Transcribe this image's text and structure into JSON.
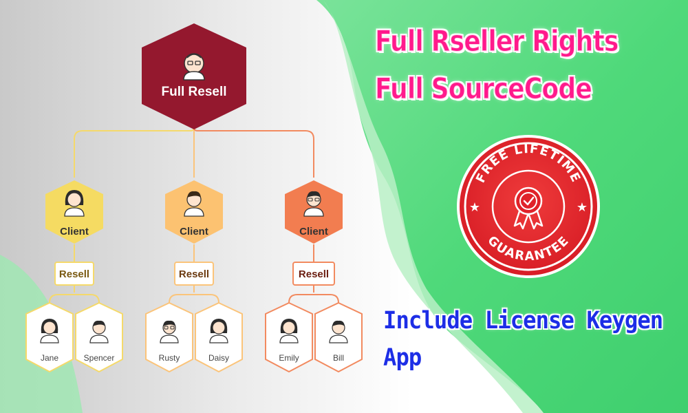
{
  "headline": {
    "line1": "Full Rseller Rights",
    "line2": "Full SourceCode"
  },
  "keygen_text": {
    "line1": "Include License Keygen",
    "line2": "App"
  },
  "badge": {
    "top_text": "FREE LIFETIME",
    "bottom_text": "GUARANTEE",
    "color": "#e0222a",
    "icon": "award-ribbon-check-icon"
  },
  "tree": {
    "root": {
      "label": "Full Resell",
      "color": "#94182e",
      "icon": "man-glasses-avatar-icon"
    },
    "clients": [
      {
        "label": "Client",
        "color": "#f5db62",
        "line_color": "#f5d96a",
        "icon": "woman-avatar-icon",
        "resell_label": "Resell",
        "resell_text_color": "#7a5a12",
        "children": [
          {
            "name": "Jane",
            "icon": "woman-avatar-icon"
          },
          {
            "name": "Spencer",
            "icon": "man-avatar-icon"
          }
        ]
      },
      {
        "label": "Client",
        "color": "#fcc271",
        "line_color": "#fbc47a",
        "icon": "man-avatar-icon",
        "resell_label": "Resell",
        "resell_text_color": "#6b3a10",
        "children": [
          {
            "name": "Rusty",
            "icon": "bearded-man-glasses-avatar-icon"
          },
          {
            "name": "Daisy",
            "icon": "woman-avatar-icon"
          }
        ]
      },
      {
        "label": "Client",
        "color": "#f27d50",
        "line_color": "#f28a5f",
        "icon": "bearded-man-glasses-avatar-icon",
        "resell_label": "Resell",
        "resell_text_color": "#6b1d10",
        "children": [
          {
            "name": "Emily",
            "icon": "woman-avatar-icon"
          },
          {
            "name": "Bill",
            "icon": "man-avatar-icon"
          }
        ]
      }
    ]
  },
  "colors": {
    "green_bg": "#4fd97a",
    "headline": "#ff1a8c",
    "keygen": "#1d2ee6"
  }
}
